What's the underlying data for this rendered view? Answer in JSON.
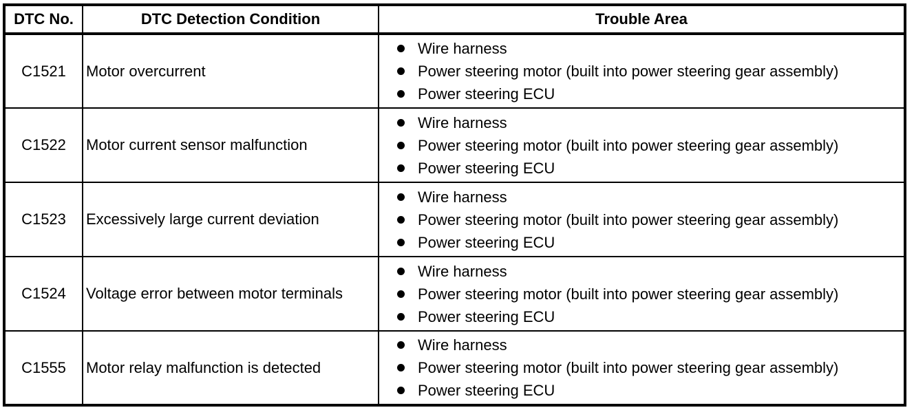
{
  "table": {
    "headers": {
      "dtc_no": "DTC No.",
      "condition": "DTC Detection Condition",
      "trouble_area": "Trouble Area"
    },
    "rows": [
      {
        "dtc_no": "C1521",
        "condition": "Motor overcurrent",
        "areas": [
          "Wire harness",
          "Power steering motor (built into power steering gear assembly)",
          "Power steering ECU"
        ]
      },
      {
        "dtc_no": "C1522",
        "condition": "Motor current sensor malfunction",
        "areas": [
          "Wire harness",
          "Power steering motor (built into power steering gear assembly)",
          "Power steering ECU"
        ]
      },
      {
        "dtc_no": "C1523",
        "condition": "Excessively large current deviation",
        "areas": [
          "Wire harness",
          "Power steering motor (built into power steering gear assembly)",
          "Power steering ECU"
        ]
      },
      {
        "dtc_no": "C1524",
        "condition": "Voltage error between motor terminals",
        "areas": [
          "Wire harness",
          "Power steering motor (built into power steering gear assembly)",
          "Power steering ECU"
        ]
      },
      {
        "dtc_no": "C1555",
        "condition": "Motor relay malfunction is detected",
        "areas": [
          "Wire harness",
          "Power steering motor (built into power steering gear assembly)",
          "Power steering ECU"
        ]
      }
    ]
  }
}
